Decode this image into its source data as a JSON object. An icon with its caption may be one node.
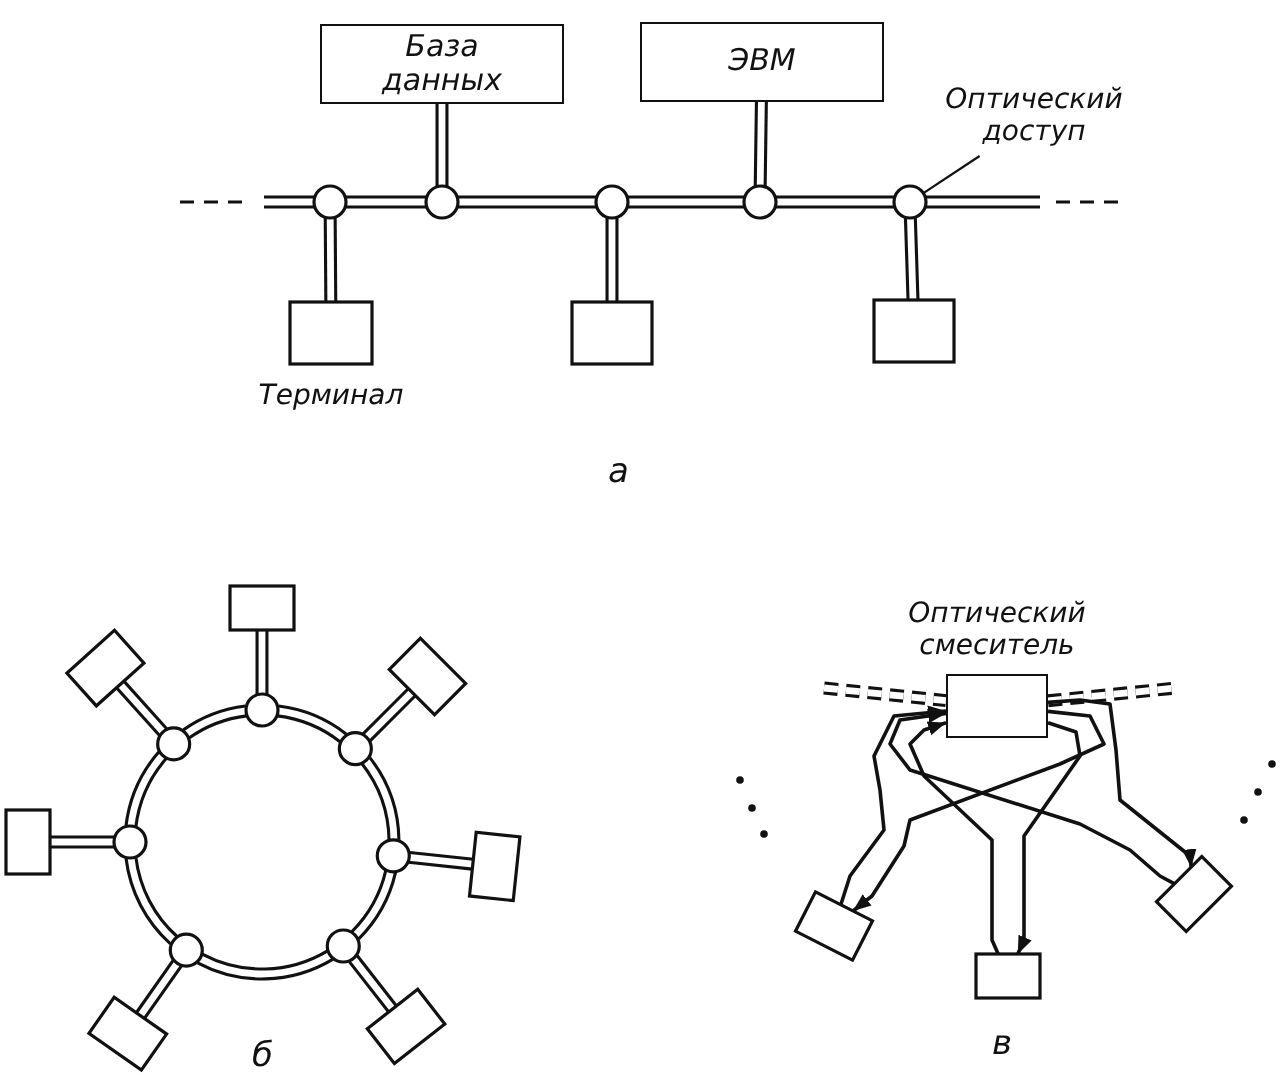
{
  "diagram": {
    "nodes": [
      {
        "text": [
          "База данных"
        ]
      },
      {
        "text": [
          "ЭВМ"
        ]
      },
      {
        "text": [],
        "shape": "circle"
      },
      {
        "text": [],
        "shape": "circle"
      },
      {
        "text": [],
        "shape": "circle"
      },
      {
        "text": [],
        "shape": "circle"
      },
      {
        "text": [],
        "shape": "circle"
      },
      {
        "text": [],
        "shape": "box",
        "beside": [
          "Терминал"
        ]
      },
      {
        "text": [],
        "shape": "box"
      },
      {
        "text": [],
        "shape": "box"
      },
      {
        "text": [
          "Оптический доступ"
        ]
      },
      {
        "text": [],
        "shape": "circle"
      },
      {
        "text": [],
        "shape": "circle"
      },
      {
        "text": [],
        "shape": "circle"
      },
      {
        "text": [],
        "shape": "circle"
      },
      {
        "text": [],
        "shape": "circle"
      },
      {
        "text": [],
        "shape": "circle"
      },
      {
        "text": [],
        "shape": "circle"
      },
      {
        "text": [],
        "shape": "box"
      },
      {
        "text": [],
        "shape": "box"
      },
      {
        "text": [],
        "shape": "box"
      },
      {
        "text": [],
        "shape": "box"
      },
      {
        "text": [],
        "shape": "box"
      },
      {
        "text": [],
        "shape": "box"
      },
      {
        "text": [],
        "shape": "box"
      },
      {
        "text": [
          "Оптический смеситель"
        ]
      },
      {
        "text": [],
        "shape": "box"
      },
      {
        "text": [],
        "shape": "box"
      },
      {
        "text": [],
        "shape": "box"
      }
    ],
    "edges": [
      {
        "from": null,
        "to": 2,
        "arrow": "none"
      },
      {
        "from": 2,
        "to": 3,
        "arrow": "none"
      },
      {
        "from": 3,
        "to": 4,
        "arrow": "none"
      },
      {
        "from": 4,
        "to": 5,
        "arrow": "none"
      },
      {
        "from": 5,
        "to": 6,
        "arrow": "none"
      },
      {
        "from": 6,
        "to": null,
        "arrow": "none"
      },
      {
        "from": 0,
        "to": 3,
        "arrow": "none"
      },
      {
        "from": 1,
        "to": 5,
        "arrow": "none"
      },
      {
        "from": 2,
        "to": 7,
        "arrow": "none"
      },
      {
        "from": 4,
        "to": 8,
        "arrow": "none"
      },
      {
        "from": 6,
        "to": 9,
        "arrow": "none"
      },
      {
        "from": 10,
        "to": 6,
        "arrow": "none"
      },
      {
        "from": 11,
        "to": 12,
        "arrow": "none"
      },
      {
        "from": 12,
        "to": 13,
        "arrow": "none"
      },
      {
        "from": 13,
        "to": 14,
        "arrow": "none"
      },
      {
        "from": 14,
        "to": 15,
        "arrow": "none"
      },
      {
        "from": 15,
        "to": 16,
        "arrow": "none"
      },
      {
        "from": 16,
        "to": 17,
        "arrow": "none"
      },
      {
        "from": 17,
        "to": 11,
        "arrow": "none"
      },
      {
        "from": 11,
        "to": 18,
        "arrow": "none"
      },
      {
        "from": 12,
        "to": 19,
        "arrow": "none"
      },
      {
        "from": 13,
        "to": 20,
        "arrow": "none"
      },
      {
        "from": 14,
        "to": 21,
        "arrow": "none"
      },
      {
        "from": 15,
        "to": 22,
        "arrow": "none"
      },
      {
        "from": 16,
        "to": 23,
        "arrow": "none"
      },
      {
        "from": 17,
        "to": 24,
        "arrow": "none"
      },
      {
        "from": null,
        "to": 25,
        "arrow": "none",
        "style": "dashed"
      },
      {
        "from": 25,
        "to": null,
        "arrow": "none",
        "style": "dashed"
      },
      {
        "from": 26,
        "to": 25,
        "arrow": "to"
      },
      {
        "from": 25,
        "to": 26,
        "arrow": "to"
      },
      {
        "from": 27,
        "to": 25,
        "arrow": "to"
      },
      {
        "from": 25,
        "to": 27,
        "arrow": "to"
      },
      {
        "from": 28,
        "to": 25,
        "arrow": "to"
      },
      {
        "from": 25,
        "to": 28,
        "arrow": "to"
      }
    ],
    "labels": [
      "а",
      "б",
      "в"
    ]
  }
}
